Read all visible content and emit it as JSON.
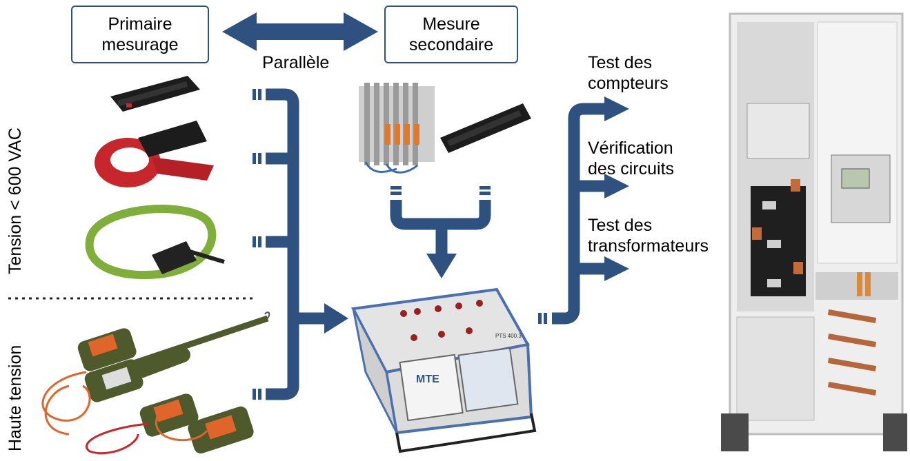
{
  "boxes": {
    "primary": "Primaire\nmesurage",
    "secondary": "Mesure\nsecondaire"
  },
  "parallel_label": "Parallèle",
  "left_labels": {
    "voltage_low": "Tension < 600 VAC",
    "voltage_high": "Haute tension"
  },
  "outputs": [
    "Test des\ncompteurs",
    "Vérification\ndes circuits",
    "Test des\ntransformateurs"
  ],
  "device": {
    "brand": "MTE",
    "model": "PTS 400.3"
  },
  "colors": {
    "arrow": "#2e5180",
    "clamp_red": "#c8262d",
    "coil_green": "#7fae3b",
    "sensor_orange": "#e0652a",
    "sensor_green": "#4f5a2c"
  }
}
